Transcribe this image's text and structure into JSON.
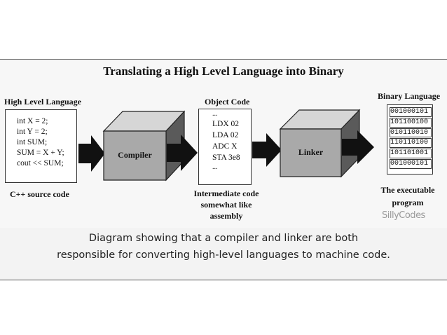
{
  "title": "Translating a High Level Language into Binary",
  "source": {
    "heading": "High Level Language",
    "code": [
      "int X = 2;",
      "int Y = 2;",
      "int SUM;",
      "SUM = X + Y;",
      "cout << SUM;"
    ],
    "caption": "C++ source code"
  },
  "compiler": {
    "label": "Compiler"
  },
  "object": {
    "heading": "Object Code",
    "code": [
      "...",
      "LDX  02",
      "LDA  02",
      "ADC  X",
      "STA  3e8",
      "..."
    ],
    "caption": [
      "Intermediate code",
      "somewhat like",
      "assembly"
    ]
  },
  "linker": {
    "label": "Linker"
  },
  "binary": {
    "heading": "Binary Language",
    "code": [
      "001000101",
      "101100100",
      "010110010",
      "110110100",
      "101101001",
      "001000101"
    ],
    "caption": [
      "The executable",
      "program"
    ]
  },
  "watermark": "SillyCodes",
  "caption": [
    "Diagram showing that a compiler and linker are both",
    "responsible for converting high-level languages to machine code."
  ]
}
